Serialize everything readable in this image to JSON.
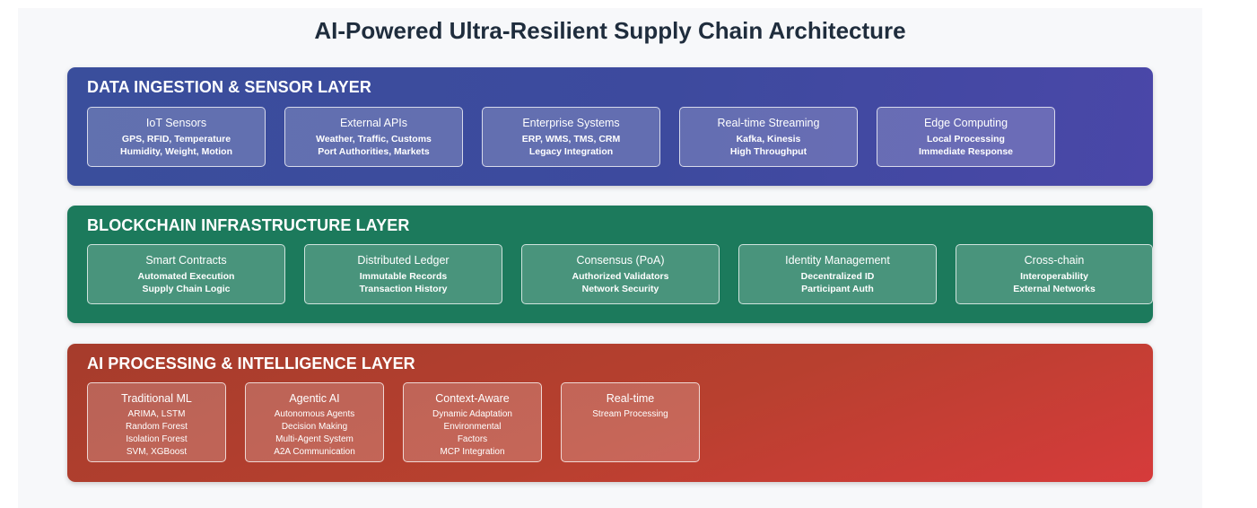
{
  "title": "AI-Powered Ultra-Resilient Supply Chain Architecture",
  "layers": {
    "data": {
      "title": "DATA INGESTION & SENSOR LAYER",
      "color": "#3d4a9e",
      "cards": [
        {
          "title": "IoT Sensors",
          "lines": [
            "GPS, RFID, Temperature",
            "Humidity, Weight, Motion"
          ]
        },
        {
          "title": "External APIs",
          "lines": [
            "Weather, Traffic, Customs",
            "Port Authorities, Markets"
          ]
        },
        {
          "title": "Enterprise Systems",
          "lines": [
            "ERP, WMS, TMS, CRM",
            "Legacy Integration"
          ]
        },
        {
          "title": "Real-time Streaming",
          "lines": [
            "Kafka, Kinesis",
            "High Throughput"
          ]
        },
        {
          "title": "Edge Computing",
          "lines": [
            "Local Processing",
            "Immediate Response"
          ]
        }
      ]
    },
    "chain": {
      "title": "BLOCKCHAIN INFRASTRUCTURE LAYER",
      "color": "#1c7a5c",
      "cards": [
        {
          "title": "Smart Contracts",
          "lines": [
            "Automated Execution",
            "Supply Chain Logic"
          ]
        },
        {
          "title": "Distributed Ledger",
          "lines": [
            "Immutable Records",
            "Transaction History"
          ]
        },
        {
          "title": "Consensus (PoA)",
          "lines": [
            "Authorized Validators",
            "Network Security"
          ]
        },
        {
          "title": "Identity Management",
          "lines": [
            "Decentralized ID",
            "Participant Auth"
          ]
        },
        {
          "title": "Cross-chain",
          "lines": [
            "Interoperability",
            "External Networks"
          ]
        }
      ]
    },
    "ai": {
      "title": "AI PROCESSING & INTELLIGENCE LAYER",
      "color": "#b8402f",
      "cards": [
        {
          "title": "Traditional ML",
          "lines": [
            "ARIMA, LSTM",
            "Random Forest",
            "Isolation Forest",
            "SVM, XGBoost"
          ]
        },
        {
          "title": "Agentic AI",
          "lines": [
            "Autonomous Agents",
            "Decision Making",
            "Multi-Agent System",
            "A2A Communication"
          ]
        },
        {
          "title": "Context-Aware",
          "lines": [
            "Dynamic Adaptation",
            "Environmental",
            "Factors",
            "MCP Integration"
          ]
        },
        {
          "title": "Real-time",
          "lines": [
            "Stream Processing"
          ]
        }
      ]
    }
  }
}
